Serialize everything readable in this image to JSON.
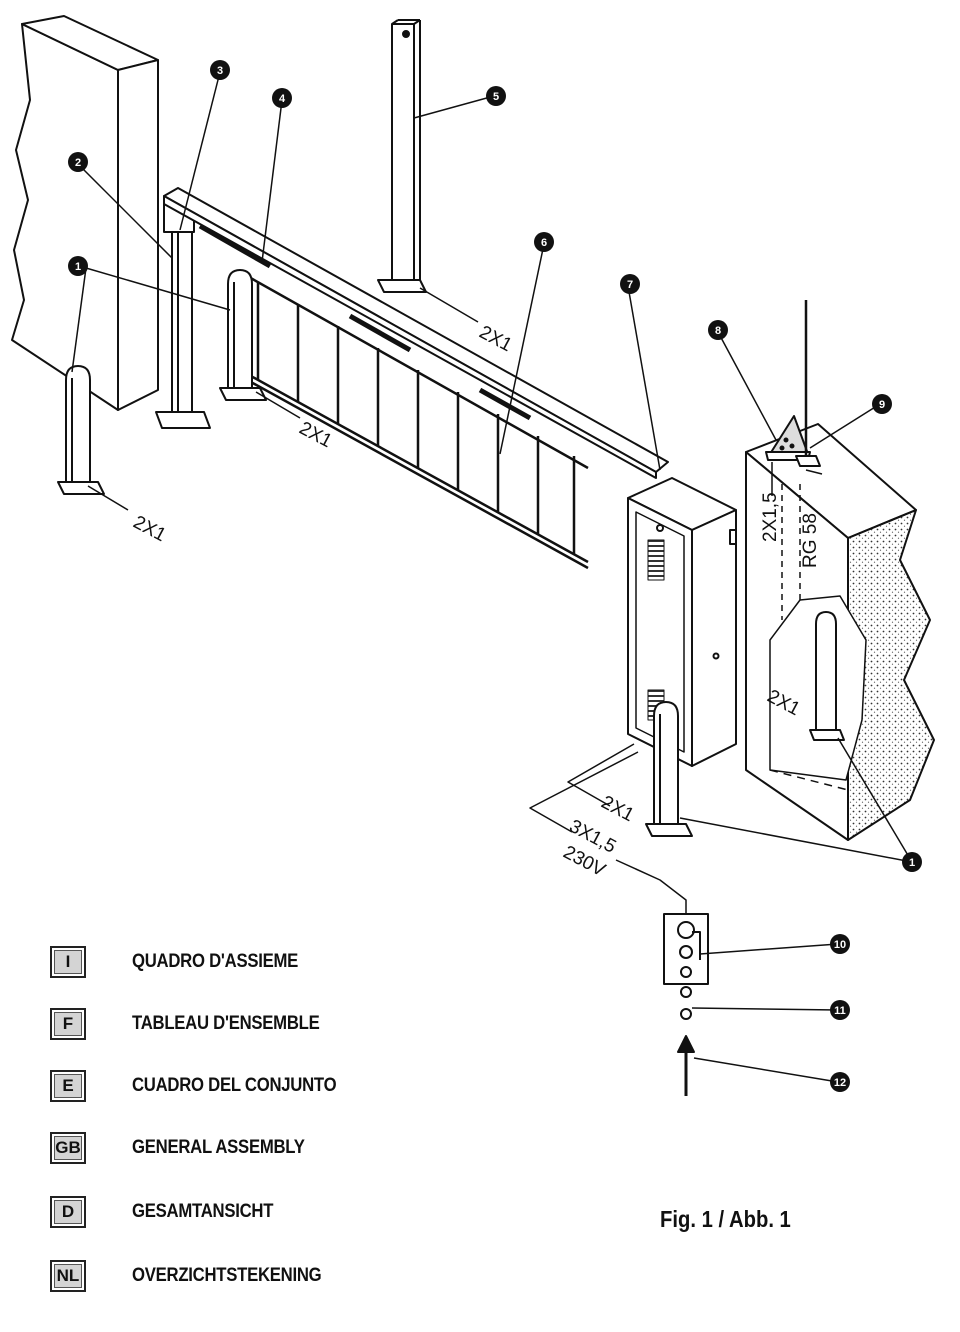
{
  "cable_labels": {
    "post_left": "2X1",
    "post_mid": "2X1",
    "pillar": "2X1",
    "pillar_right": "2X1",
    "unit_post": "2X1",
    "power_a": "3X1,5",
    "power_b": "230V",
    "lamp": "2X1,5",
    "antenna": "RG 58"
  },
  "callouts": [
    "1",
    "2",
    "3",
    "4",
    "5",
    "6",
    "7",
    "8",
    "9",
    "10",
    "11",
    "12"
  ],
  "legend": [
    {
      "code": "I",
      "text": "QUADRO D'ASSIEME"
    },
    {
      "code": "F",
      "text": "TABLEAU D'ENSEMBLE"
    },
    {
      "code": "E",
      "text": "CUADRO DEL CONJUNTO"
    },
    {
      "code": "GB",
      "text": "GENERAL ASSEMBLY"
    },
    {
      "code": "D",
      "text": "GESAMTANSICHT"
    },
    {
      "code": "NL",
      "text": "OVERZICHTSTEKENING"
    }
  ],
  "caption": "Fig. 1 / Abb. 1"
}
